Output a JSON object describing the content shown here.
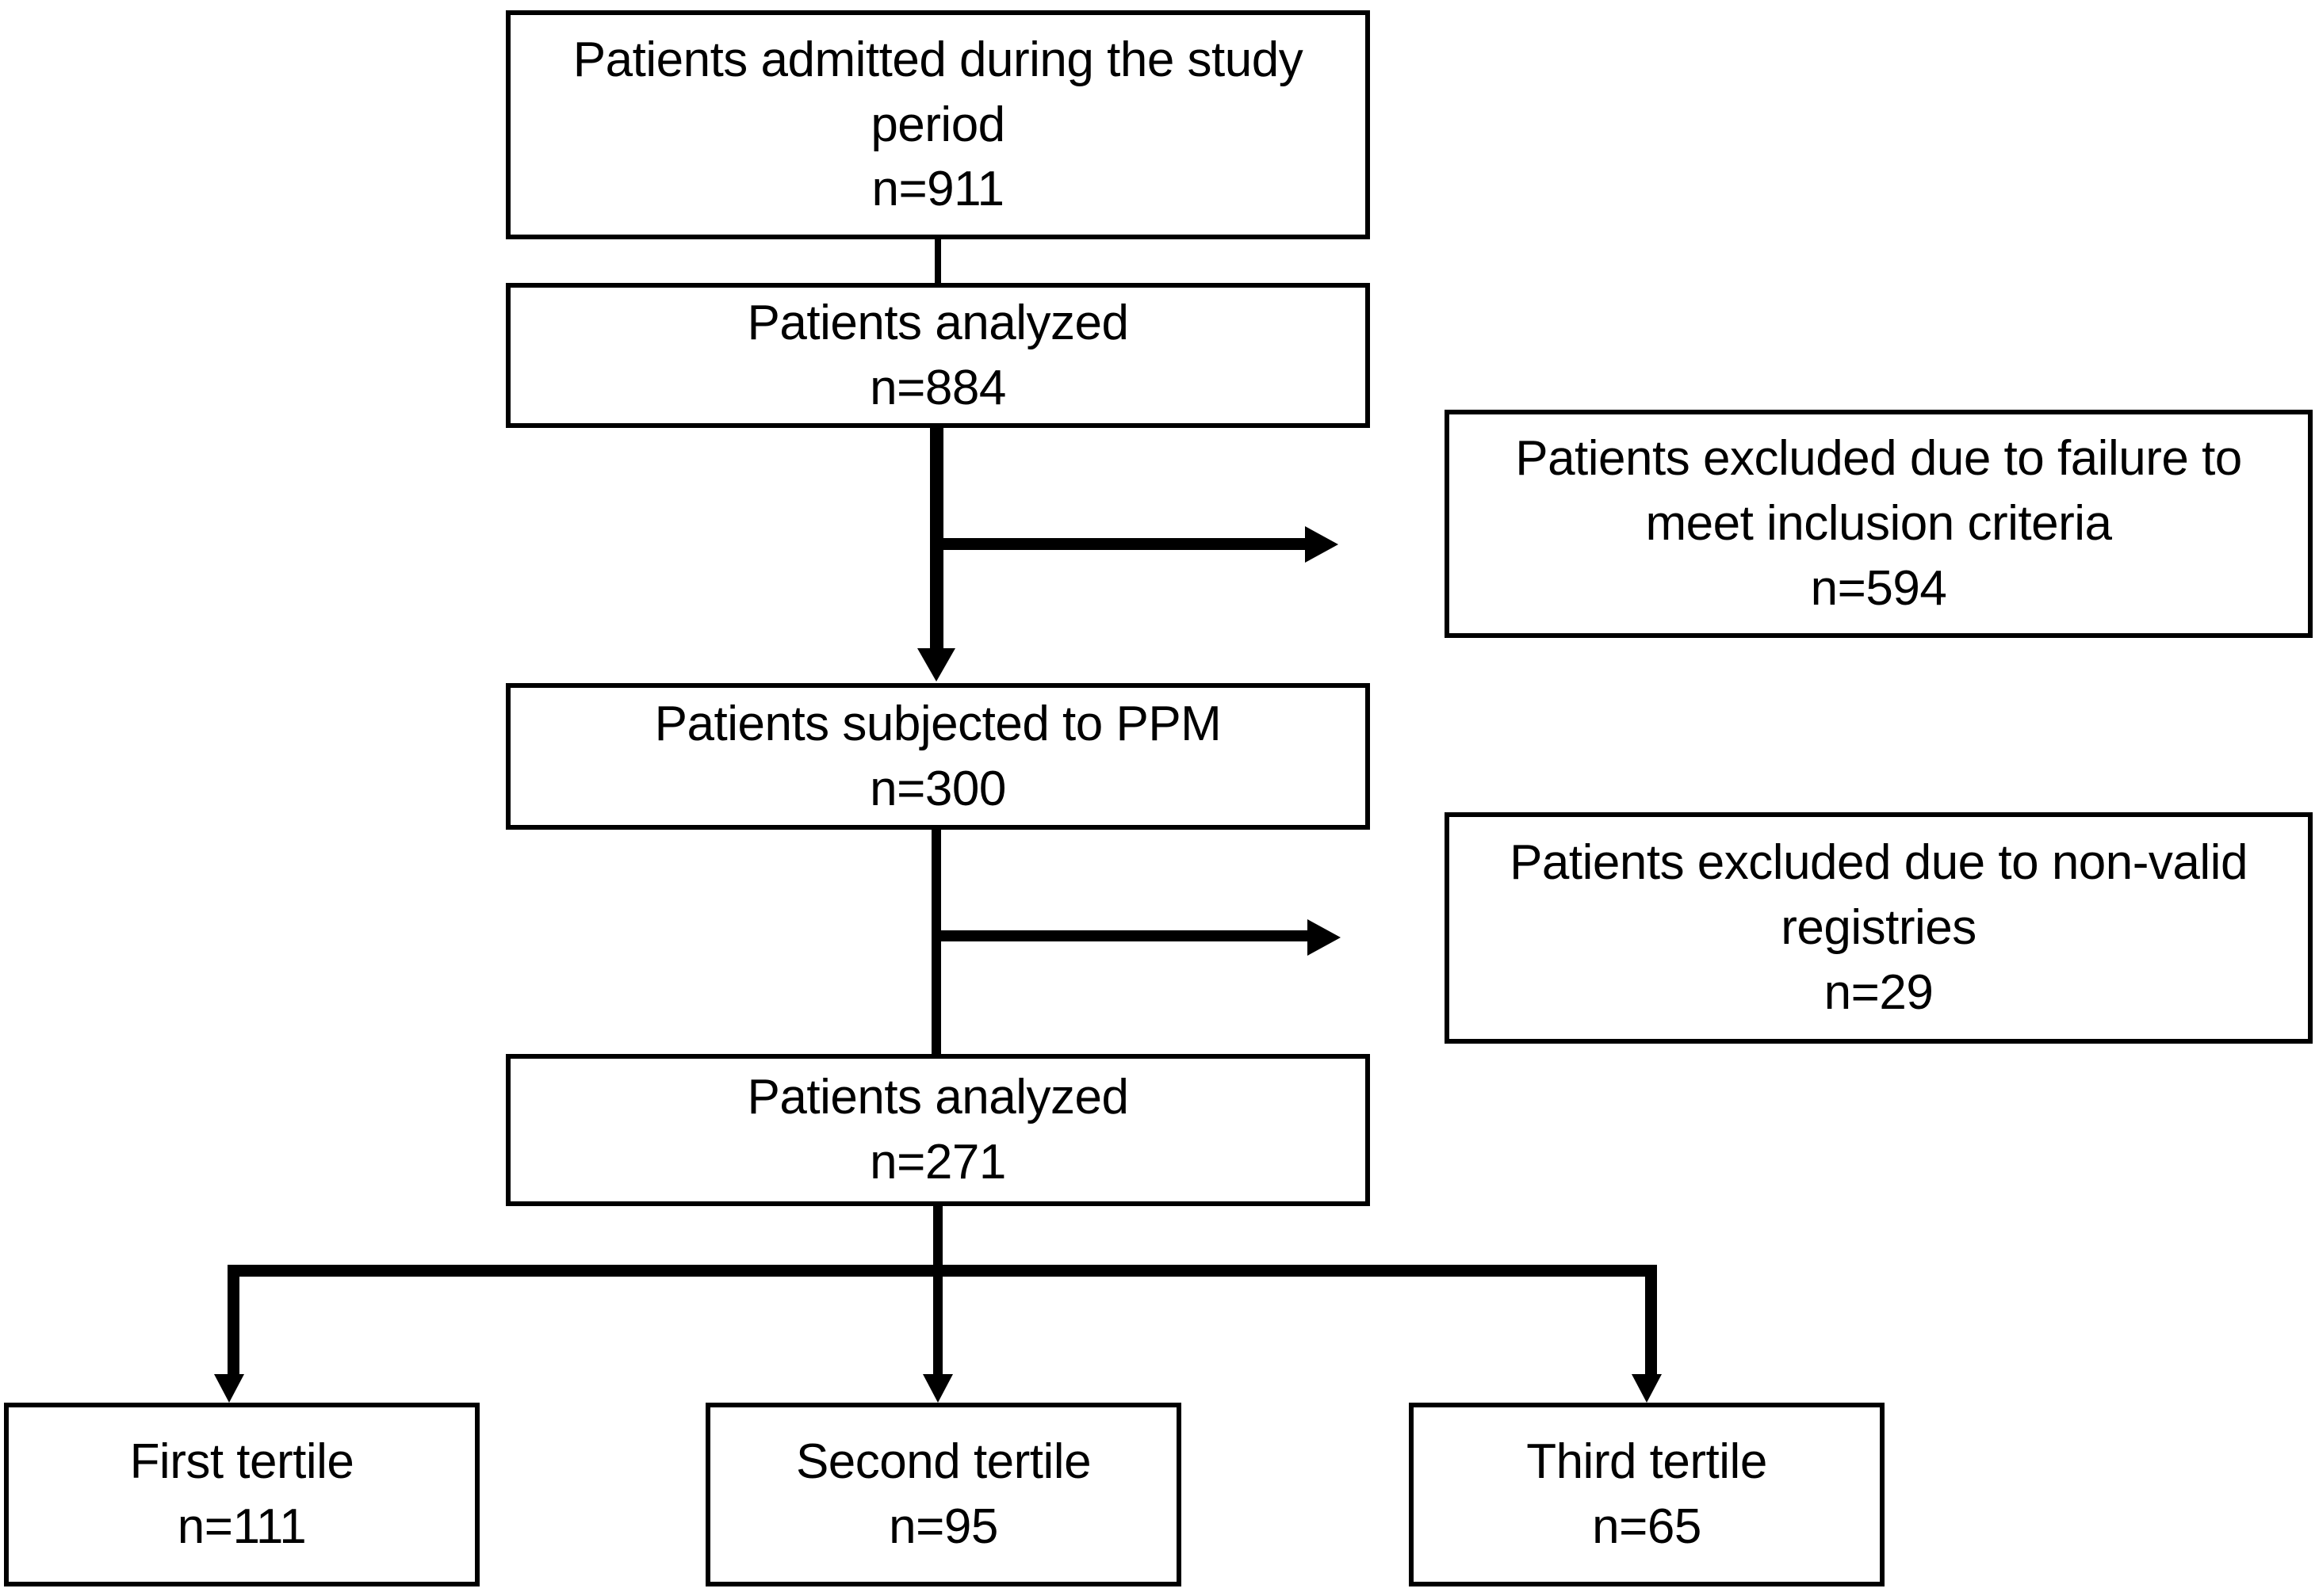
{
  "diagram": {
    "type": "patient-flow-consort-diagram",
    "nodes": {
      "admitted": {
        "line1": "Patients admitted during the study",
        "line2": "period",
        "count": "n=911"
      },
      "analyzed_first": {
        "line1": "Patients analyzed",
        "count": "n=884"
      },
      "excluded_inclusion": {
        "line1": "Patients excluded due to failure to",
        "line2": "meet inclusion criteria",
        "count": "n=594"
      },
      "ppm": {
        "line1": "Patients subjected to PPM",
        "count": "n=300"
      },
      "excluded_registries": {
        "line1": "Patients excluded due to non-valid",
        "line2": "registries",
        "count": "n=29"
      },
      "analyzed_second": {
        "line1": "Patients analyzed",
        "count": "n=271"
      },
      "tertile_first": {
        "line1": "First tertile",
        "count": "n=111"
      },
      "tertile_second": {
        "line1": "Second tertile",
        "count": "n=95"
      },
      "tertile_third": {
        "line1": "Third tertile",
        "count": "n=65"
      }
    },
    "colors": {
      "stroke": "#000000",
      "background": "#ffffff",
      "text": "#000000"
    }
  }
}
